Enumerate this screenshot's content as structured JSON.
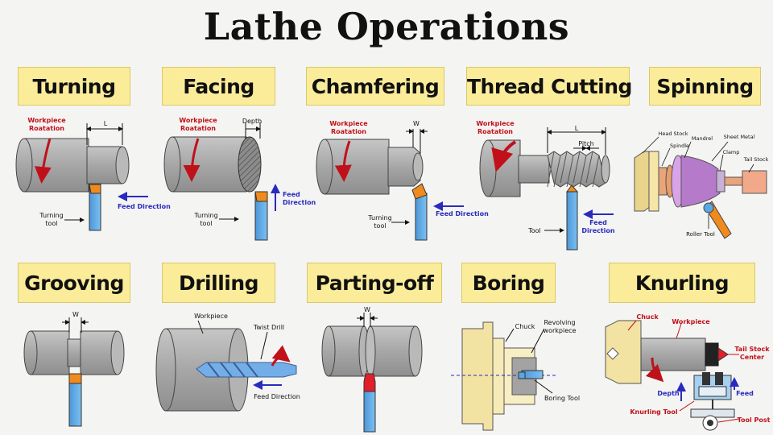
{
  "title": "Lathe Operations",
  "operations": {
    "turning": {
      "name": "Turning",
      "workpiece_rotation": [
        "Workpiece",
        "Roatation"
      ],
      "length": "L",
      "tool": [
        "Turning",
        "tool"
      ],
      "feed": "Feed Direction"
    },
    "facing": {
      "name": "Facing",
      "workpiece_rotation": [
        "Workpiece",
        "Roatation"
      ],
      "depth": "Depth",
      "tool": [
        "Turning",
        "tool"
      ],
      "feed": [
        "Feed",
        "Direction"
      ]
    },
    "chamfering": {
      "name": "Chamfering",
      "workpiece_rotation": [
        "Workpiece",
        "Roatation"
      ],
      "width": "W",
      "tool": [
        "Turning",
        "tool"
      ],
      "feed": "Feed Direction"
    },
    "thread_cutting": {
      "name": "Thread Cutting",
      "workpiece_rotation": [
        "Workpiece",
        "Roatation"
      ],
      "length": "L",
      "pitch": "Pitch",
      "tool": "Tool",
      "feed": [
        "Feed",
        "Direction"
      ]
    },
    "spinning": {
      "name": "Spinning",
      "head_stock": "Head Stock",
      "spindle": "Spindle",
      "mandrel": "Mandrel",
      "sheet_metal": "Sheet Metal",
      "clamp": "Clamp",
      "tail_stock": "Tail Stock",
      "roller_tool": "Roller Tool"
    },
    "grooving": {
      "name": "Grooving",
      "width": "W"
    },
    "drilling": {
      "name": "Drilling",
      "workpiece": "Workpiece",
      "twist_drill": "Twist Drill",
      "feed": "Feed Direction"
    },
    "parting_off": {
      "name": "Parting-off",
      "width": "W"
    },
    "boring": {
      "name": "Boring",
      "chuck": "Chuck",
      "revolving": [
        "Revolving",
        "workpiece"
      ],
      "tool": "Boring Tool"
    },
    "knurling": {
      "name": "Knurling",
      "chuck": "Chuck",
      "workpiece": "Workpiece",
      "tail_stock": [
        "Tail Stock",
        "Center"
      ],
      "depth": "Depth",
      "feed": "Feed",
      "knurling_tool": "Knurling Tool",
      "tool_post": "Tool Post"
    }
  },
  "colors": {
    "label_bg": "#fbec9a",
    "workpiece": "#a9a9a9",
    "tool_blue": "#5aa7e6",
    "tool_tip": "#f08a1c",
    "rotation_red": "#c0111a",
    "feed_blue": "#2a2abf",
    "chuck_yellow": "#f3e3a3"
  }
}
